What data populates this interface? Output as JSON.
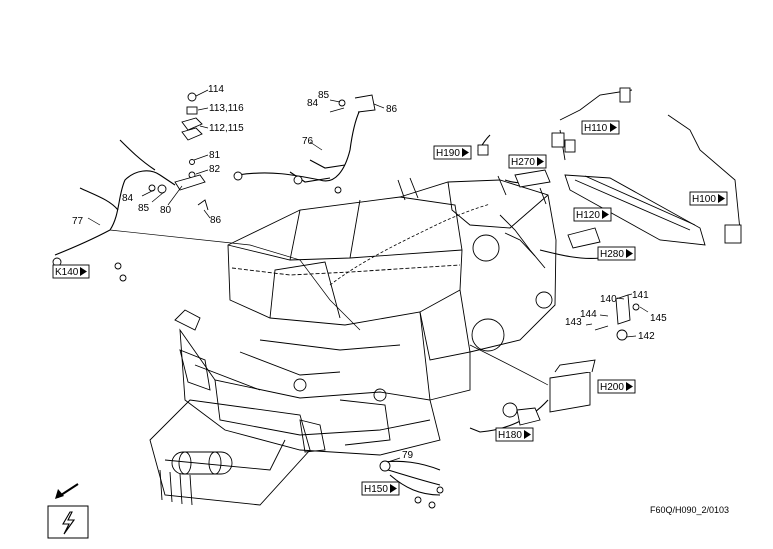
{
  "part_numbers": {
    "p114": "114",
    "p113_116": "113,116",
    "p112_115": "112,115",
    "p81": "81",
    "p82": "82",
    "p84a": "84",
    "p85a": "85",
    "p80": "80",
    "p86a": "86",
    "p77": "77",
    "p84b": "84",
    "p85b": "85",
    "p86b": "86",
    "p76": "76",
    "p140": "140",
    "p141": "141",
    "p144": "144",
    "p145": "145",
    "p143": "143",
    "p142": "142",
    "p79": "79"
  },
  "callouts": {
    "K140": "K140",
    "H190": "H190",
    "H270": "H270",
    "H110": "H110",
    "H100": "H100",
    "H120": "H120",
    "H280": "H280",
    "H200": "H200",
    "H180": "H180",
    "H150": "H150"
  },
  "reference_code": "F60Q/H090_2/0103",
  "icons": {
    "direction_arrow": "arrow-down-left-icon",
    "electrical_symbol": "lightning-bolt-icon"
  }
}
